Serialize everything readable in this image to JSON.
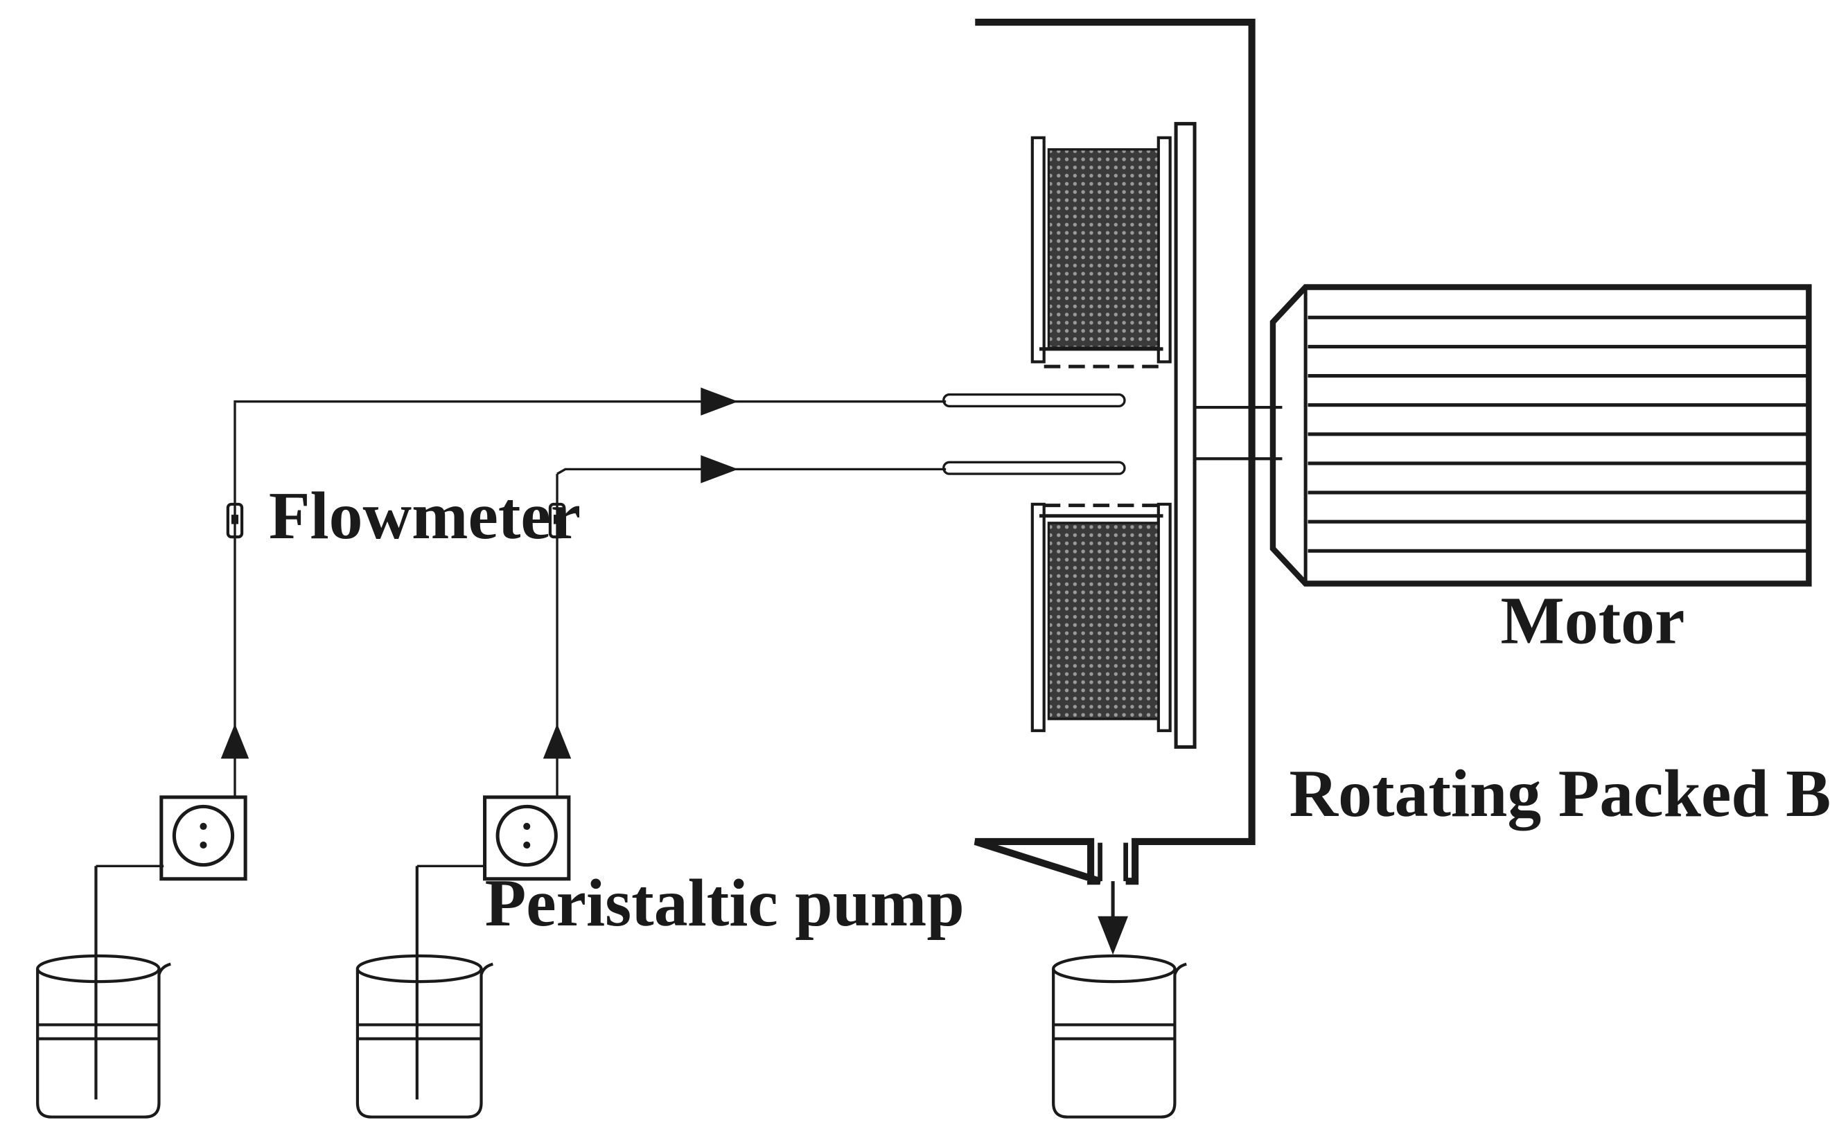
{
  "labels": {
    "flowmeter": "Flowmeter",
    "peristaltic_pump": "Peristaltic pump",
    "motor": "Motor",
    "rotating_packed_bed": "Rotating Packed Bed"
  },
  "colors": {
    "line": "#1a1a1a",
    "packing": "#3a3a3a",
    "background": "#ffffff"
  },
  "icons": [
    "beaker-icon",
    "peristaltic-pump-icon",
    "flowmeter-icon",
    "flow-arrow-icon",
    "motor-icon"
  ]
}
